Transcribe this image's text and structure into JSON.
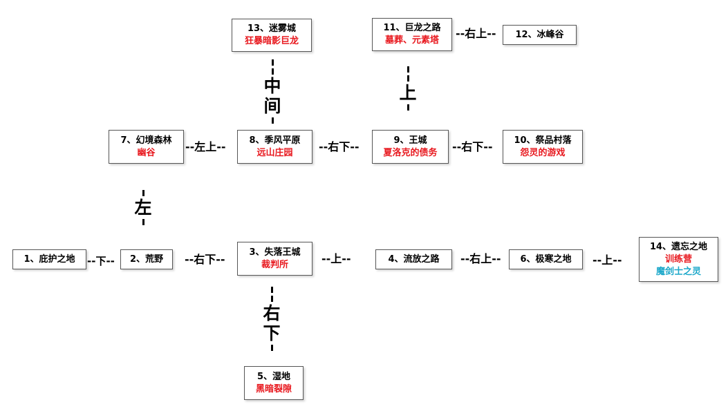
{
  "nodes": {
    "n13": {
      "name": "13、迷雾城",
      "sub": "狂暴暗影巨龙"
    },
    "n11": {
      "name": "11、巨龙之路",
      "sub": "墓葬、元素塔"
    },
    "n12": {
      "name": "12、冰峰谷"
    },
    "n7": {
      "name": "7、幻境森林",
      "sub": "幽谷"
    },
    "n8": {
      "name": "8、季风平原",
      "sub": "远山庄园"
    },
    "n9": {
      "name": "9、王城",
      "sub": "夏洛克的债务"
    },
    "n10": {
      "name": "10、祭品村落",
      "sub": "怨灵的游戏"
    },
    "n1": {
      "name": "1、庇护之地"
    },
    "n2": {
      "name": "2、荒野"
    },
    "n3": {
      "name": "3、失落王城",
      "sub": "裁判所"
    },
    "n4": {
      "name": "4、流放之路"
    },
    "n6": {
      "name": "6、极寒之地"
    },
    "n14": {
      "name": "14、遗忘之地",
      "sub": "训练营",
      "sub2": "魔剑士之灵"
    },
    "n5": {
      "name": "5、湿地",
      "sub": "黑暗裂隙"
    }
  },
  "connectors": {
    "c11_12": "--右上--",
    "c7_8": "--左上--",
    "c8_9": "--右下--",
    "c9_10": "--右下--",
    "c1_2": "--下--",
    "c2_3": "--右下--",
    "c3_4": "--上--",
    "c4_6": "--右上--",
    "c6_14": "--上--",
    "v13_8": [
      "中",
      "间"
    ],
    "v11_9": [
      "上"
    ],
    "v7_2": [
      "左"
    ],
    "v3_5": [
      "右",
      "下"
    ]
  },
  "colors": {
    "line": "#000000",
    "node_border": "#555555",
    "sub_red": "#e8181e",
    "sub_cyan": "#1aa7c9"
  }
}
